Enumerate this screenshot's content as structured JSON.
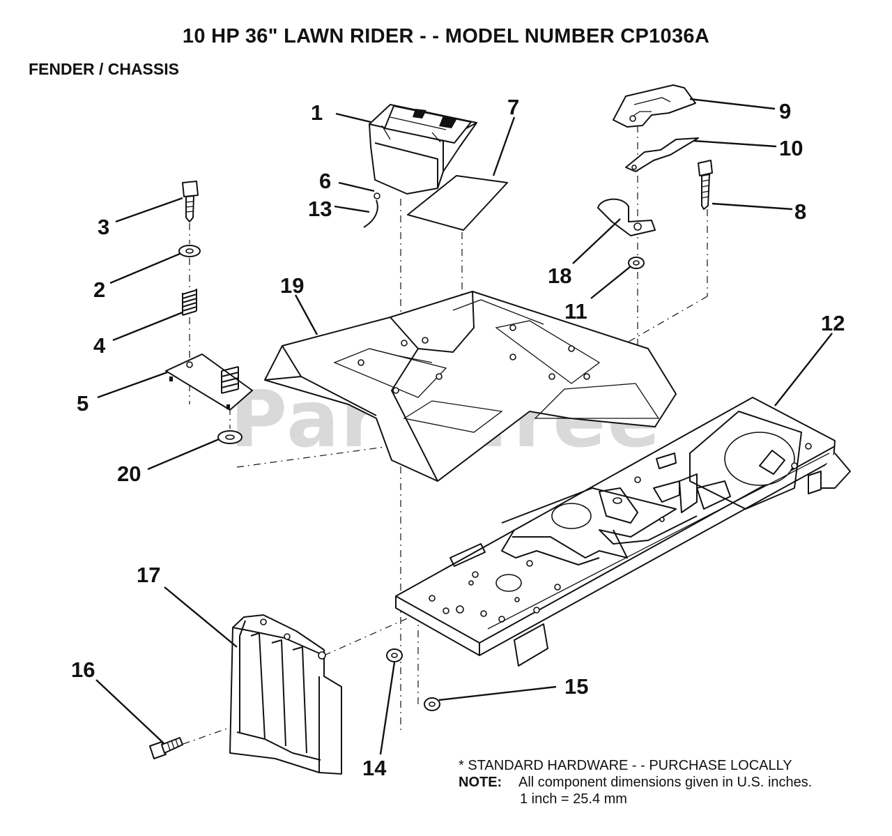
{
  "header": {
    "title": "10 HP 36\" LAWN RIDER - - MODEL NUMBER CP1036A",
    "subtitle": "FENDER / CHASSIS"
  },
  "watermark": "PartsTree",
  "callouts": [
    "1",
    "2",
    "3",
    "4",
    "5",
    "6",
    "7",
    "8",
    "9",
    "10",
    "11",
    "12",
    "13",
    "14",
    "15",
    "16",
    "17",
    "18",
    "19",
    "20"
  ],
  "notes": {
    "standard_hardware": "* STANDARD HARDWARE - - PURCHASE LOCALLY",
    "note_label": "NOTE:",
    "note_text": "All component dimensions given in U.S. inches.",
    "conversion": "1 inch = 25.4 mm"
  }
}
